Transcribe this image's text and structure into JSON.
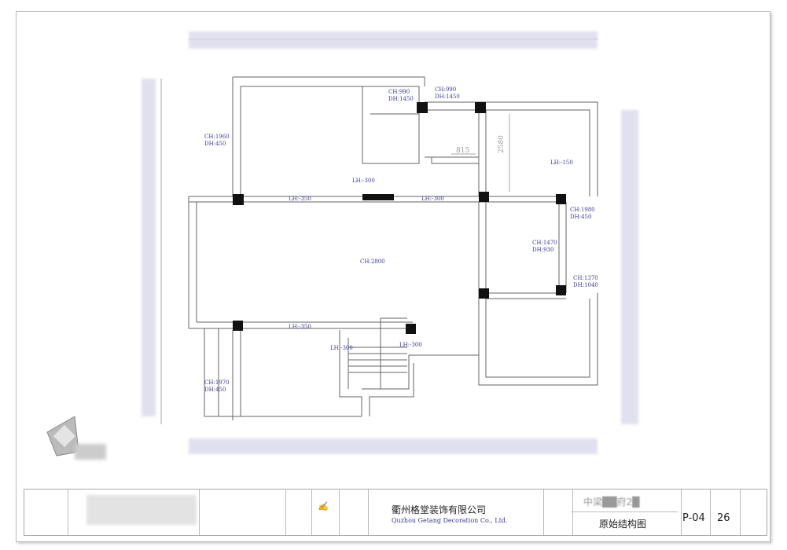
{
  "drawing": {
    "room_labels": [
      {
        "text": "CH:1960\nDH:450"
      },
      {
        "text": "CH:990\nDH:1450"
      },
      {
        "text": "CH:990\nDH:1450"
      },
      {
        "text": "LH:-300"
      },
      {
        "text": "LH:-350"
      },
      {
        "text": "LH:-300"
      },
      {
        "text": "LH:-150"
      },
      {
        "text": "CH:1980\nDH:450"
      },
      {
        "text": "CH:2800"
      },
      {
        "text": "CH:1470\nDH:930"
      },
      {
        "text": "CH:1370\nDH:1040"
      },
      {
        "text": "LH:-350"
      },
      {
        "text": "LH:-300"
      },
      {
        "text": "LH:-300"
      },
      {
        "text": "CH:1970\nDH:450"
      }
    ],
    "dimensions": {
      "toilet_width": "815",
      "room_depth": "2580"
    },
    "line_color": "#555555",
    "label_color": "#3b3b9a"
  },
  "title_block": {
    "company_cn": "衢州格堂装饰有限公司",
    "company_en": "Quzhou Getang Decoration Co., Ltd.",
    "project": "中梁██府2█",
    "drawing_title": "原始结构图",
    "page_no": "P-04",
    "sheet_count": "26"
  }
}
